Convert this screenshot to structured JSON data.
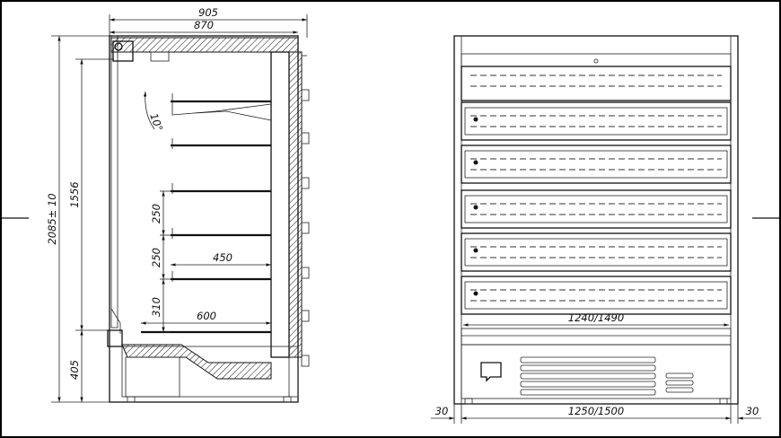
{
  "dimensions": {
    "side_depth_outer": "905",
    "side_depth_inner": "870",
    "side_total_height": "2085± 10",
    "side_upper_height": "1556",
    "side_base_height": "405",
    "shelf_spacing_1": "250",
    "shelf_spacing_2": "250",
    "shelf_spacing_3": "310",
    "shelf_depth": "450",
    "base_shelf_depth": "600",
    "shelf_angle": "10°",
    "front_inner_width": "1240/1490",
    "front_outer_width": "1250/1500",
    "front_left_margin": "30",
    "front_right_margin": "30"
  }
}
